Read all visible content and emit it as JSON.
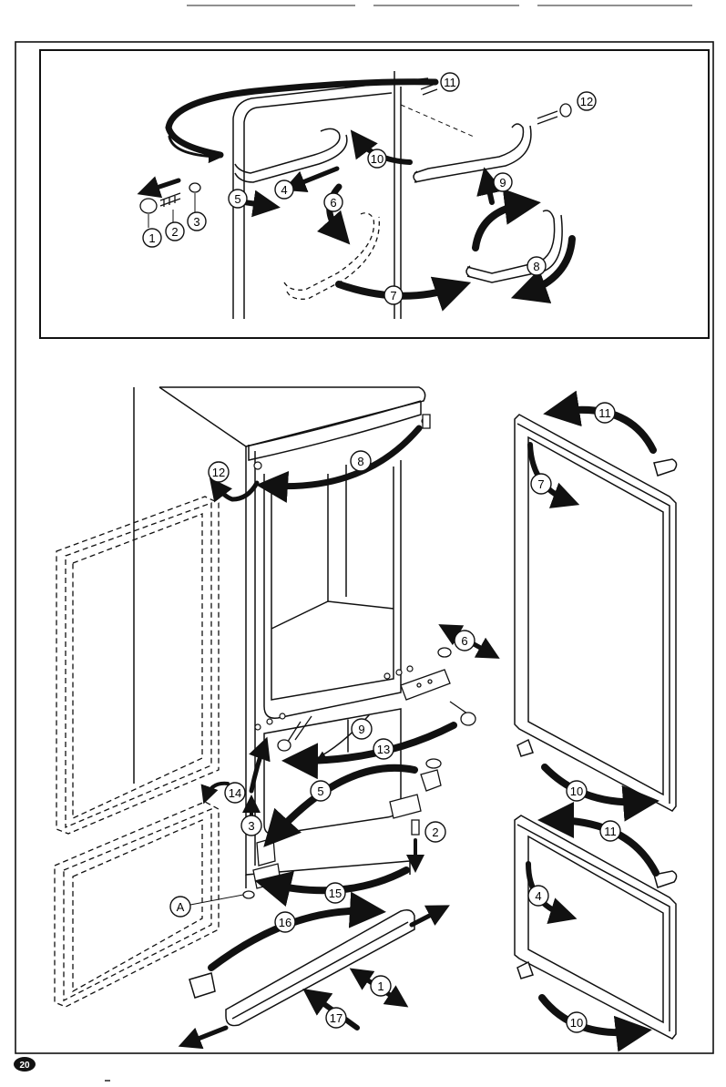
{
  "page_number": "20",
  "top_panel": {
    "callouts": [
      "11",
      "12",
      "10",
      "9",
      "5",
      "4",
      "6",
      "1",
      "2",
      "3",
      "7",
      "8"
    ]
  },
  "bottom_panel": {
    "callouts": [
      "11",
      "7",
      "8",
      "12",
      "6",
      "9",
      "13",
      "5",
      "14",
      "3",
      "2",
      "15",
      "A",
      "16",
      "1",
      "17",
      "10",
      "11",
      "4",
      "10"
    ]
  }
}
